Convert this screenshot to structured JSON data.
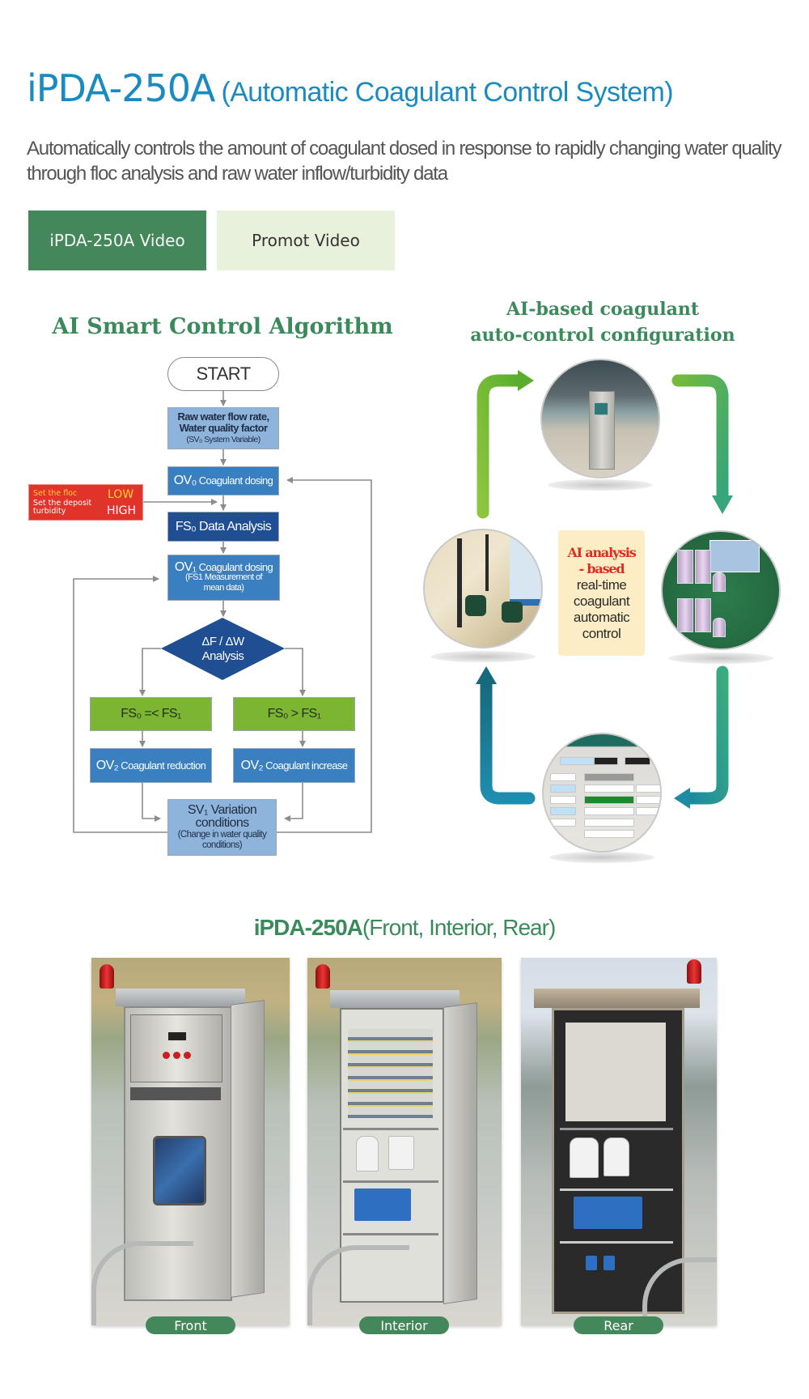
{
  "header": {
    "title_main": "iPDA-250A",
    "title_sub": "(Automatic Coagulant Control System)",
    "description": "Automatically controls the amount of coagulant dosed in response to rapidly changing water quality through floc analysis and raw water inflow/turbidity data",
    "colors": {
      "title": "#1a8bc0",
      "accent_green": "#43875a",
      "secondary_bg": "#e8f1db"
    }
  },
  "buttons": {
    "video": "iPDA-250A Video",
    "promo": "Promot Video"
  },
  "algorithm": {
    "title": "AI Smart Control Algorithm",
    "start": "START",
    "step1_line1": "Raw water flow rate,",
    "step1_line2": "Water quality factor",
    "step1_sub": "(SV₀ System Variable)",
    "ov0_sym": "OV₀",
    "ov0_text": "Coagulant dosing",
    "fs0": "FS₀ Data Analysis",
    "ov1_sym": "OV₁",
    "ov1_text": "Coagulant dosing",
    "ov1_sub1": "(FS1 Measurement of",
    "ov1_sub2": "mean data)",
    "decision_line1": "ΔF / ΔW",
    "decision_line2": "Analysis",
    "branch_left": "FS₀ =< FS₁",
    "branch_right": "FS₀ > FS₁",
    "ov2_sym": "OV₂",
    "ov2_left": "Coagulant reduction",
    "ov2_right": "Coagulant increase",
    "sv1_line1": "SV₁ Variation",
    "sv1_line2": "conditions",
    "sv1_sub": "(Change in water quality conditions)",
    "setpoint": {
      "floc_label": "Set the floc",
      "turbidity_label": "Set the deposit turbidity",
      "low": "LOW",
      "high": "HIGH"
    }
  },
  "configuration": {
    "title_line1": "AI-based coagulant",
    "title_line2": "auto-control configuration",
    "center_red_line1": "AI analysis",
    "center_red_line2": "- based",
    "center_text": [
      "real-time",
      "coagulant",
      "automatic",
      "control"
    ],
    "images": [
      "outdoor-analyzer-cabinet",
      "dosing-pumps",
      "scada-process-screen",
      "monitoring-table-screen"
    ]
  },
  "photos": {
    "title_bold": "iPDA-250A",
    "title_rest": "(Front, Interior, Rear)",
    "labels": [
      "Front",
      "Interior",
      "Rear"
    ]
  }
}
